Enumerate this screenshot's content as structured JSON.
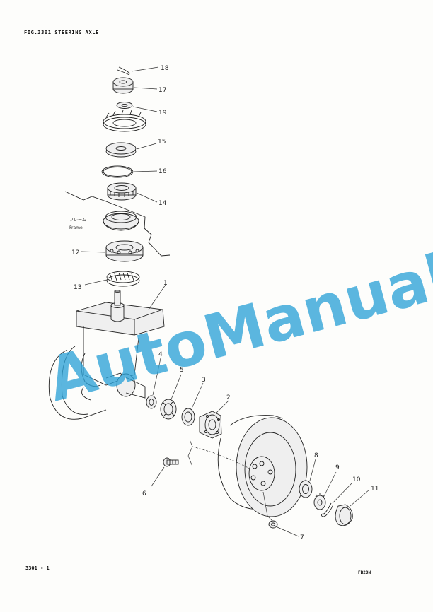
{
  "header": {
    "title": "FIG.3301  STEERING AXLE"
  },
  "footer": {
    "page_number": "3301 - 1",
    "model": "FB20N"
  },
  "diagram": {
    "frame_label_jp": "フレーム",
    "frame_label_en": "Frame",
    "callouts": [
      "18",
      "17",
      "19",
      "15",
      "16",
      "14",
      "12",
      "13",
      "1",
      "4",
      "5",
      "3",
      "2",
      "6",
      "7",
      "8",
      "9",
      "10",
      "11"
    ]
  },
  "watermark": {
    "text": "AutoManual",
    "color": "#2ea3d8"
  }
}
